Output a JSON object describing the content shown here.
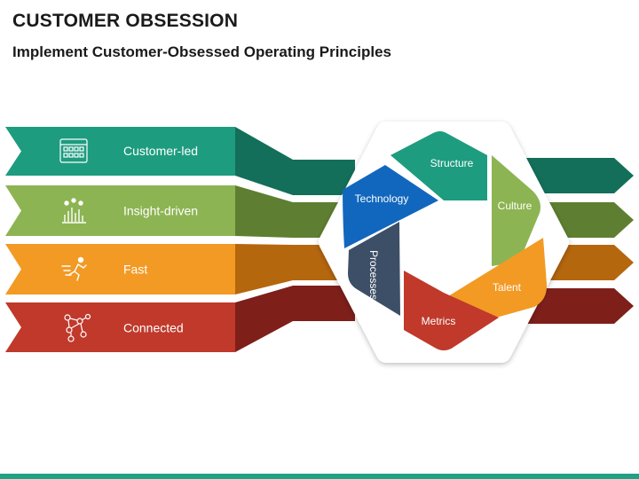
{
  "title": "CUSTOMER OBSESSION",
  "subtitle": "Implement Customer-Obsessed Operating Principles",
  "principles": [
    {
      "label": "Customer-led",
      "icon": "calendar-grid-icon",
      "color": "#1e9c7f",
      "dark": "#136f5a"
    },
    {
      "label": "Insight-driven",
      "icon": "bar-chart-icon",
      "color": "#8db452",
      "dark": "#5e7f31"
    },
    {
      "label": "Fast",
      "icon": "running-man-icon",
      "color": "#f29a24",
      "dark": "#b5670e"
    },
    {
      "label": "Connected",
      "icon": "network-icon",
      "color": "#c0392b",
      "dark": "#7e1f1a"
    }
  ],
  "cycle": [
    {
      "label": "Structure",
      "color": "#1e9c7f"
    },
    {
      "label": "Culture",
      "color": "#8db452"
    },
    {
      "label": "Talent",
      "color": "#f29a24"
    },
    {
      "label": "Metrics",
      "color": "#c0392b"
    },
    {
      "label": "Processes",
      "color": "#3d4f66"
    },
    {
      "label": "Technology",
      "color": "#1167bd"
    }
  ],
  "accent_color": "#1fa184"
}
